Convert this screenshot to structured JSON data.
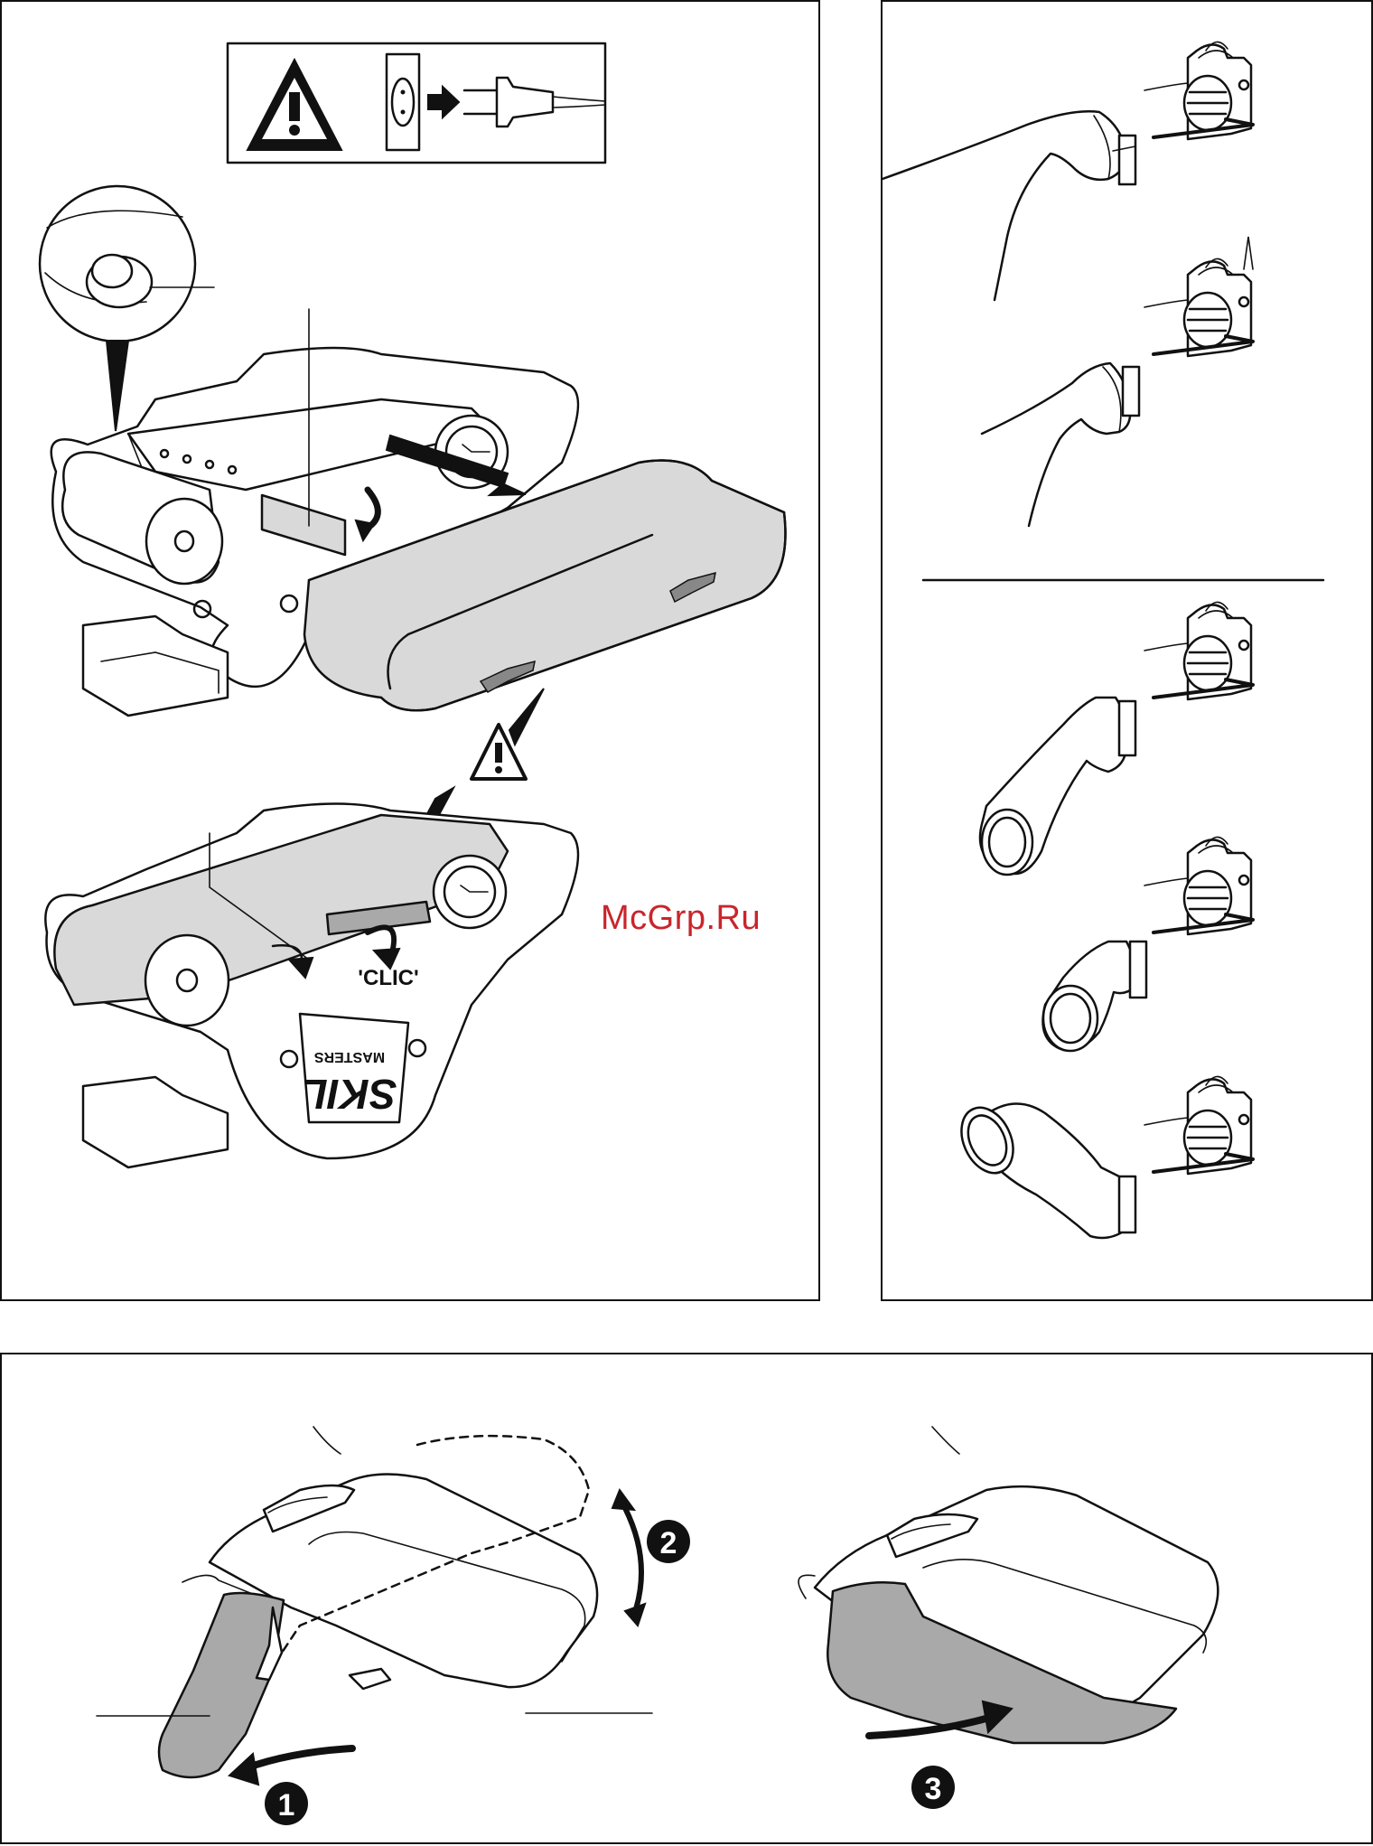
{
  "labels": {
    "clic": "'CLIC'",
    "brand": "SKIL",
    "brand_sub": "MASTERS",
    "watermark": "McGrp.Ru"
  },
  "steps": {
    "step1": "1",
    "step2": "2",
    "step3": "3"
  },
  "colors": {
    "line": "#111111",
    "belt_fill": "#d9d9d9",
    "cover_fill": "#a9a9a9",
    "watermark": "#c9252c"
  },
  "icons": [
    "warning-triangle-icon",
    "wall-socket-icon",
    "plug-icon",
    "rotate-arrow-icon"
  ]
}
